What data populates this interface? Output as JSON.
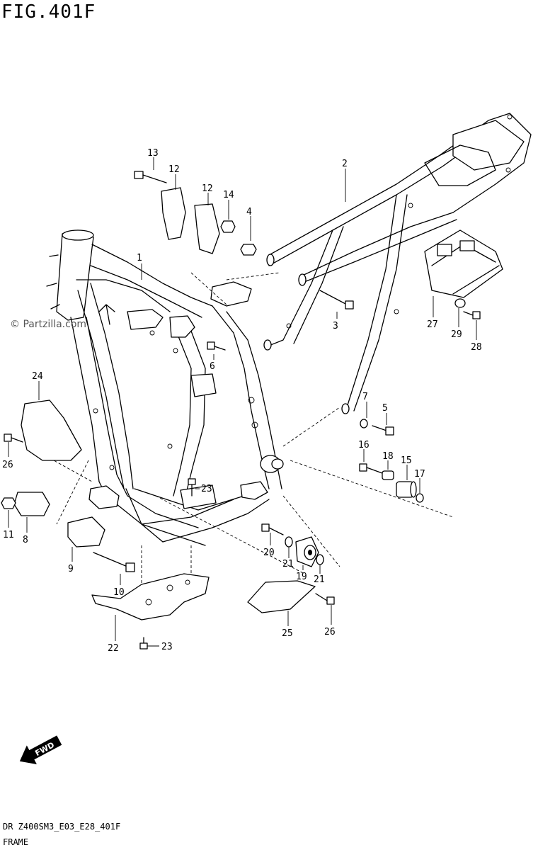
{
  "figure": {
    "title": "FIG.401F",
    "code": "DR Z400SM3_E03_E28_401F",
    "name": "FRAME"
  },
  "watermark": "© Partzilla.com",
  "direction_badge": "FWD",
  "callouts": [
    {
      "id": "c1",
      "label": "1"
    },
    {
      "id": "c2",
      "label": "2"
    },
    {
      "id": "c3",
      "label": "3"
    },
    {
      "id": "c4",
      "label": "4"
    },
    {
      "id": "c5",
      "label": "5"
    },
    {
      "id": "c6",
      "label": "6"
    },
    {
      "id": "c7",
      "label": "7"
    },
    {
      "id": "c8",
      "label": "8"
    },
    {
      "id": "c9",
      "label": "9"
    },
    {
      "id": "c10",
      "label": "10"
    },
    {
      "id": "c11",
      "label": "11"
    },
    {
      "id": "c12a",
      "label": "12"
    },
    {
      "id": "c12b",
      "label": "12"
    },
    {
      "id": "c13",
      "label": "13"
    },
    {
      "id": "c14",
      "label": "14"
    },
    {
      "id": "c15",
      "label": "15"
    },
    {
      "id": "c16",
      "label": "16"
    },
    {
      "id": "c17",
      "label": "17"
    },
    {
      "id": "c18",
      "label": "18"
    },
    {
      "id": "c19",
      "label": "19"
    },
    {
      "id": "c20",
      "label": "20"
    },
    {
      "id": "c21a",
      "label": "21"
    },
    {
      "id": "c21b",
      "label": "21"
    },
    {
      "id": "c22",
      "label": "22"
    },
    {
      "id": "c23a",
      "label": "23"
    },
    {
      "id": "c23b",
      "label": "23"
    },
    {
      "id": "c24",
      "label": "24"
    },
    {
      "id": "c25",
      "label": "25"
    },
    {
      "id": "c26a",
      "label": "26"
    },
    {
      "id": "c26b",
      "label": "26"
    },
    {
      "id": "c27",
      "label": "27"
    },
    {
      "id": "c28",
      "label": "28"
    },
    {
      "id": "c29",
      "label": "29"
    }
  ]
}
